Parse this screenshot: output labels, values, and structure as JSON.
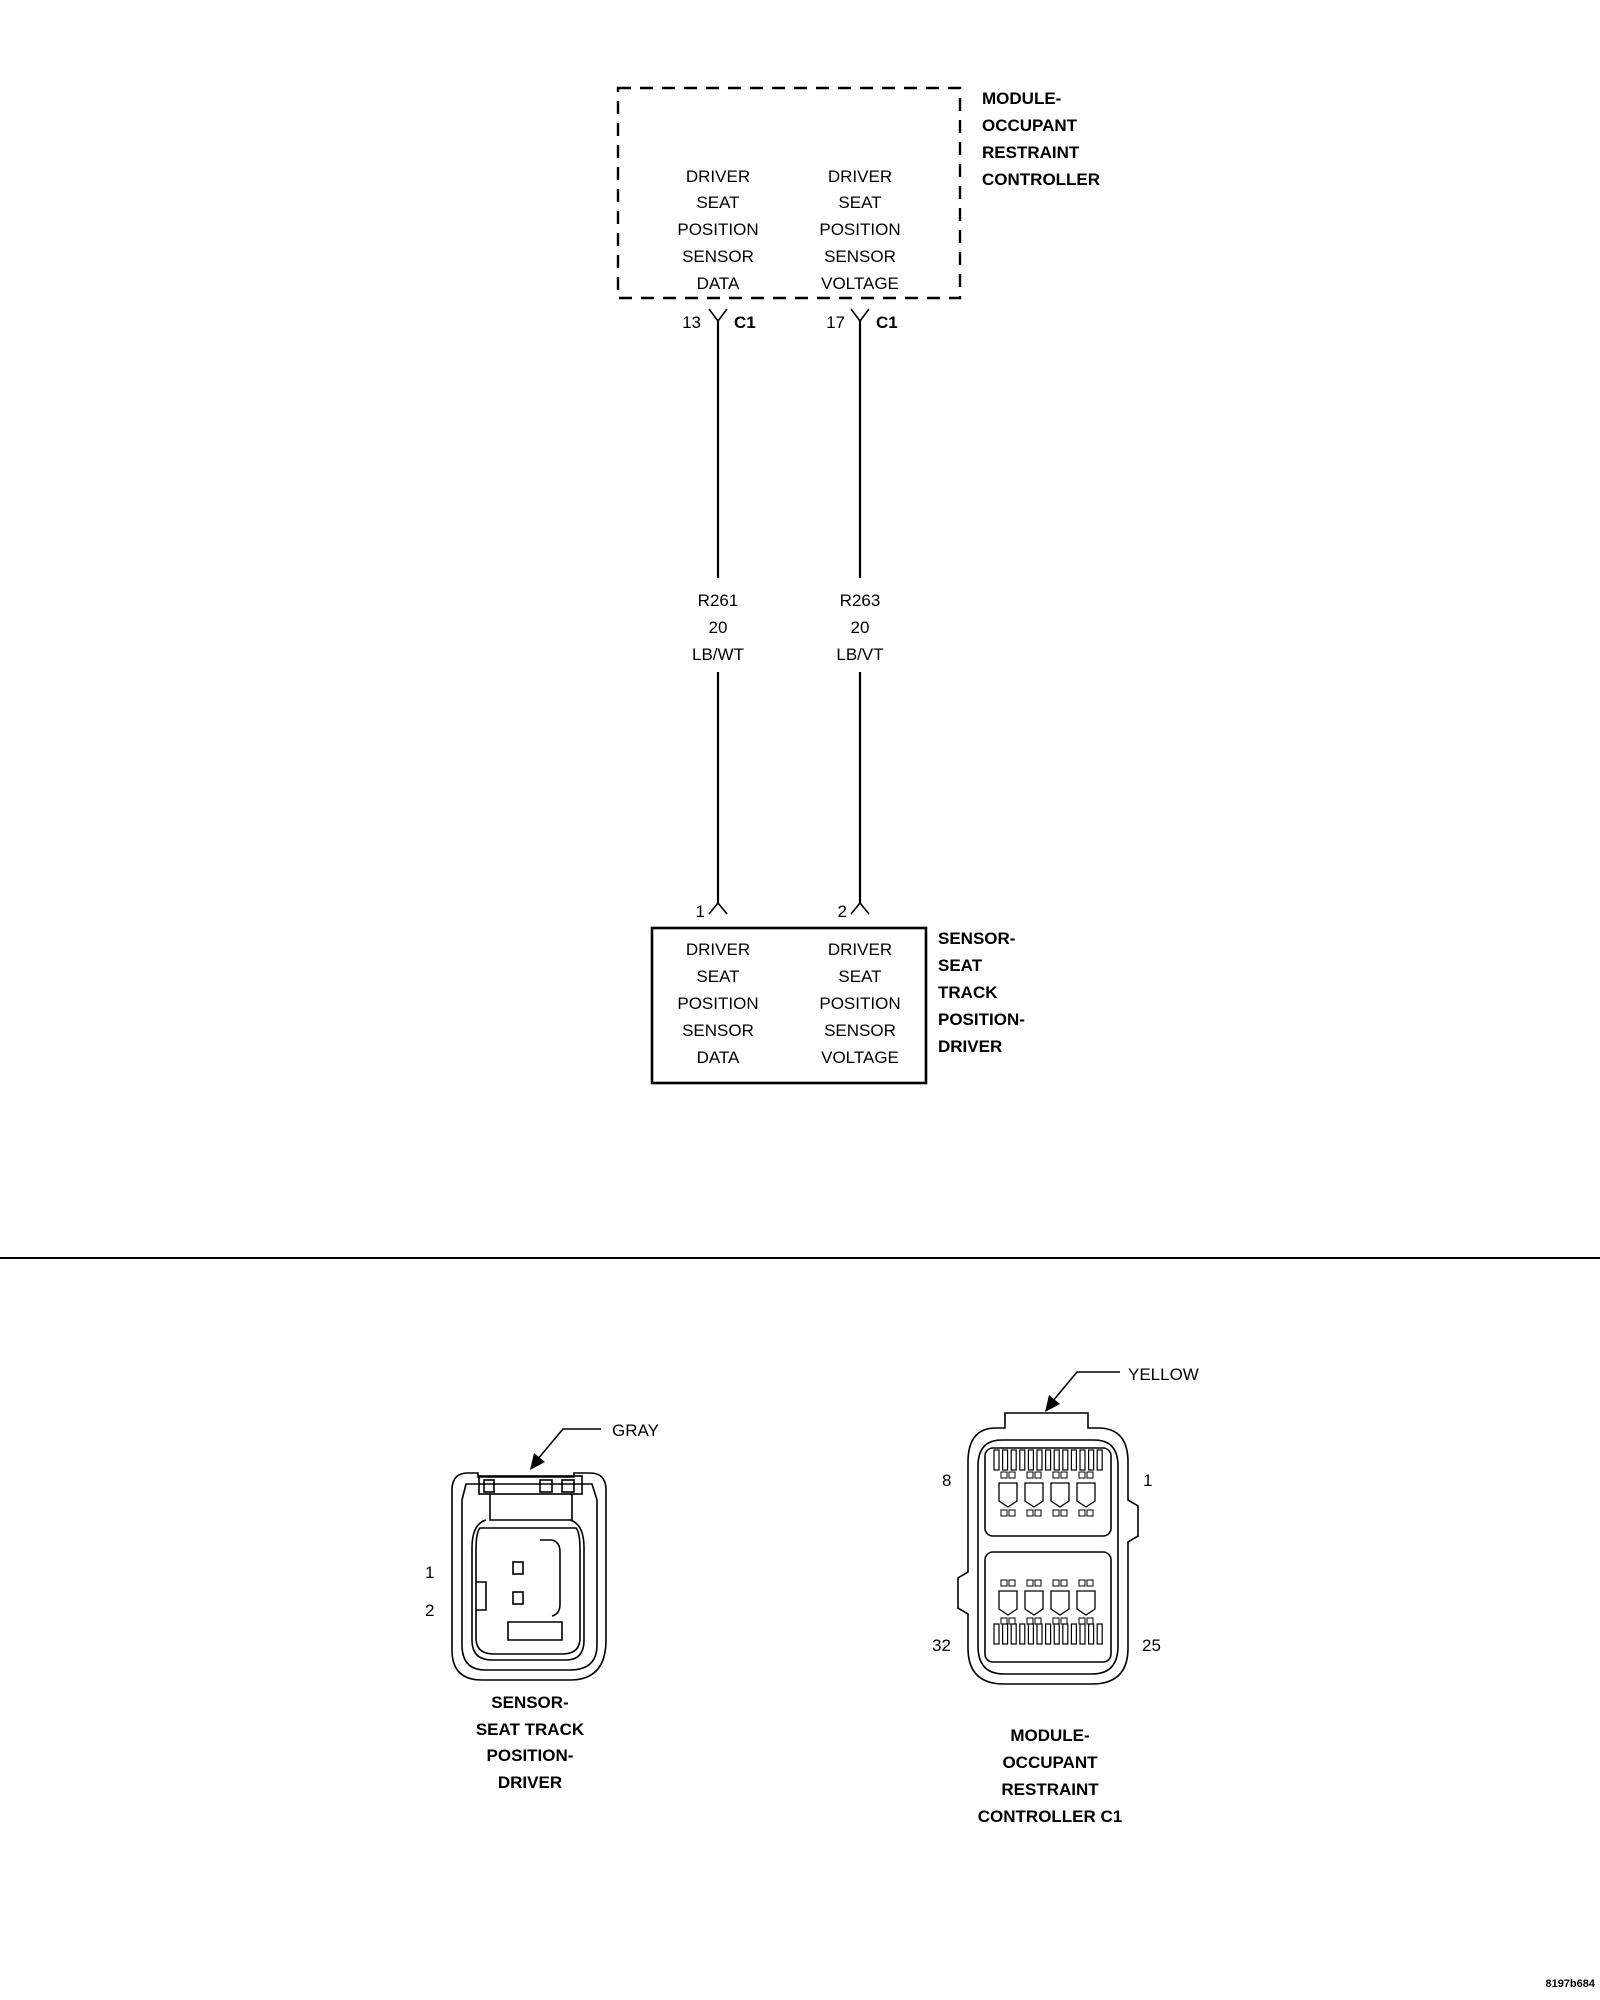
{
  "module": {
    "title_lines": [
      "MODULE-",
      "OCCUPANT",
      "RESTRAINT",
      "CONTROLLER"
    ],
    "pin_left_lines": [
      "DRIVER",
      "SEAT",
      "POSITION",
      "SENSOR",
      "DATA"
    ],
    "pin_right_lines": [
      "DRIVER",
      "SEAT",
      "POSITION",
      "SENSOR",
      "VOLTAGE"
    ],
    "cavity_left": "13",
    "cavity_right": "17",
    "connector_left": "C1",
    "connector_right": "C1"
  },
  "wires": [
    {
      "circuit": "R261",
      "gauge": "20",
      "color": "LB/WT"
    },
    {
      "circuit": "R263",
      "gauge": "20",
      "color": "LB/VT"
    }
  ],
  "sensor": {
    "title_lines": [
      "SENSOR-",
      "SEAT",
      "TRACK",
      "POSITION-",
      "DRIVER"
    ],
    "pin_left_lines": [
      "DRIVER",
      "SEAT",
      "POSITION",
      "SENSOR",
      "DATA"
    ],
    "pin_right_lines": [
      "DRIVER",
      "SEAT",
      "POSITION",
      "SENSOR",
      "VOLTAGE"
    ],
    "cavity_left": "1",
    "cavity_right": "2"
  },
  "connector_views": {
    "sensor": {
      "color_label": "GRAY",
      "pin_labels": [
        "1",
        "2"
      ],
      "caption_lines": [
        "SENSOR-",
        "SEAT TRACK",
        "POSITION-",
        "DRIVER"
      ]
    },
    "module": {
      "color_label": "YELLOW",
      "pin_labels": [
        "8",
        "1",
        "32",
        "25"
      ],
      "caption_lines": [
        "MODULE-",
        "OCCUPANT",
        "RESTRAINT",
        "CONTROLLER C1"
      ]
    }
  },
  "figure_id": "8197b684"
}
